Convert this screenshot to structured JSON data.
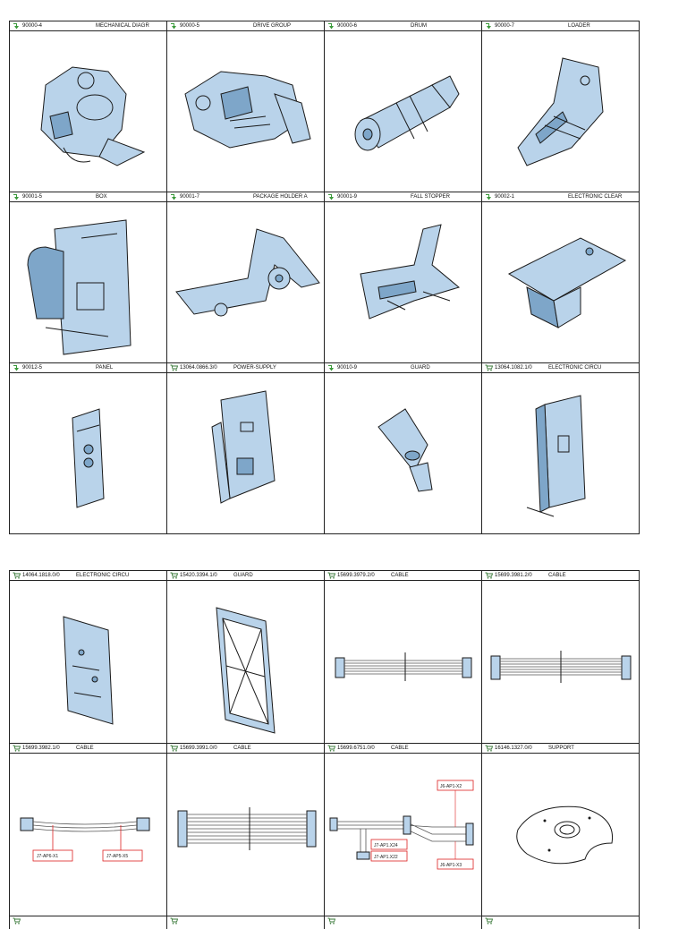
{
  "sheet1": {
    "items": [
      {
        "icon": "arrow-icon",
        "code": "90000-4",
        "name": "MECHANICAL DIAGR"
      },
      {
        "icon": "arrow-icon",
        "code": "90000-5",
        "name": "DRIVE GROUP"
      },
      {
        "icon": "arrow-icon",
        "code": "90000-6",
        "name": "DRUM"
      },
      {
        "icon": "arrow-icon",
        "code": "90000-7",
        "name": "LOADER"
      },
      {
        "icon": "arrow-icon",
        "code": "90001-5",
        "name": "BOX"
      },
      {
        "icon": "arrow-icon",
        "code": "90001-7",
        "name": "PACKAGE HOLDER A"
      },
      {
        "icon": "arrow-icon",
        "code": "90001-9",
        "name": "FALL STOPPER"
      },
      {
        "icon": "arrow-icon",
        "code": "90002-1",
        "name": "ELECTRONIC CLEAR"
      },
      {
        "icon": "arrow-icon",
        "code": "90012-5",
        "name": "PANEL"
      },
      {
        "icon": "cart-icon",
        "code": "13064.0866.3/0",
        "name": "POWER-SUPPLY"
      },
      {
        "icon": "arrow-icon",
        "code": "90010-9",
        "name": "GUARD"
      },
      {
        "icon": "cart-icon",
        "code": "13064.1082.1/0",
        "name": "ELECTRONIC CIRCU"
      }
    ]
  },
  "sheet2": {
    "items": [
      {
        "icon": "cart-icon",
        "code": "14064.1818.0/0",
        "name": "ELECTRONIC CIRCU"
      },
      {
        "icon": "cart-icon",
        "code": "15420.3394.1/0",
        "name": "GUARD"
      },
      {
        "icon": "cart-icon",
        "code": "15699.3979.2/0",
        "name": "CABLE"
      },
      {
        "icon": "cart-icon",
        "code": "15699.3981.2/0",
        "name": "CABLE"
      },
      {
        "icon": "cart-icon",
        "code": "15699.3982.1/0",
        "name": "CABLE"
      },
      {
        "icon": "cart-icon",
        "code": "15699.3991.0/0",
        "name": "CABLE"
      },
      {
        "icon": "cart-icon",
        "code": "15699.6751.0/0",
        "name": "CABLE"
      },
      {
        "icon": "cart-icon",
        "code": "16146.1327.0/0",
        "name": "SUPPORT"
      }
    ],
    "labels": {
      "cable1_left": "J7-AP6-X1",
      "cable1_right": "J7-AP5-X5",
      "cable3_x2": "J6-AP1-X2",
      "cable3_x24": "J7-AP1.X24",
      "cable3_x22": "J7-AP1.X22",
      "cable3_x3": "J6-AP1-X3"
    }
  },
  "colors": {
    "part_fill": "#b9d3ea",
    "part_dark": "#7ea6c9",
    "arrow": "#3a9a3a",
    "tag_border": "#dd2222"
  }
}
